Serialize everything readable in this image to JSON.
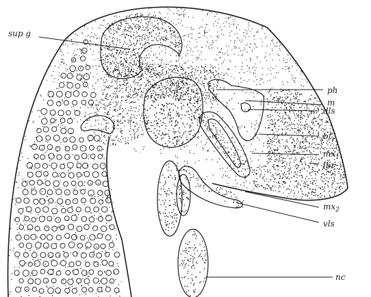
{
  "labels": {
    "sup_g": "sup g",
    "ph": "ph",
    "m": "m",
    "dls": "dls",
    "bf": "bf",
    "mx1_base": "mx",
    "mx1_sub": "1",
    "lbr": "lbr",
    "mx2_base": "mx",
    "mx2_sub": "2",
    "vls": "vls",
    "nc": "nc"
  },
  "colors": {
    "ink": "#1a1a1a",
    "paper": "#ffffff"
  }
}
